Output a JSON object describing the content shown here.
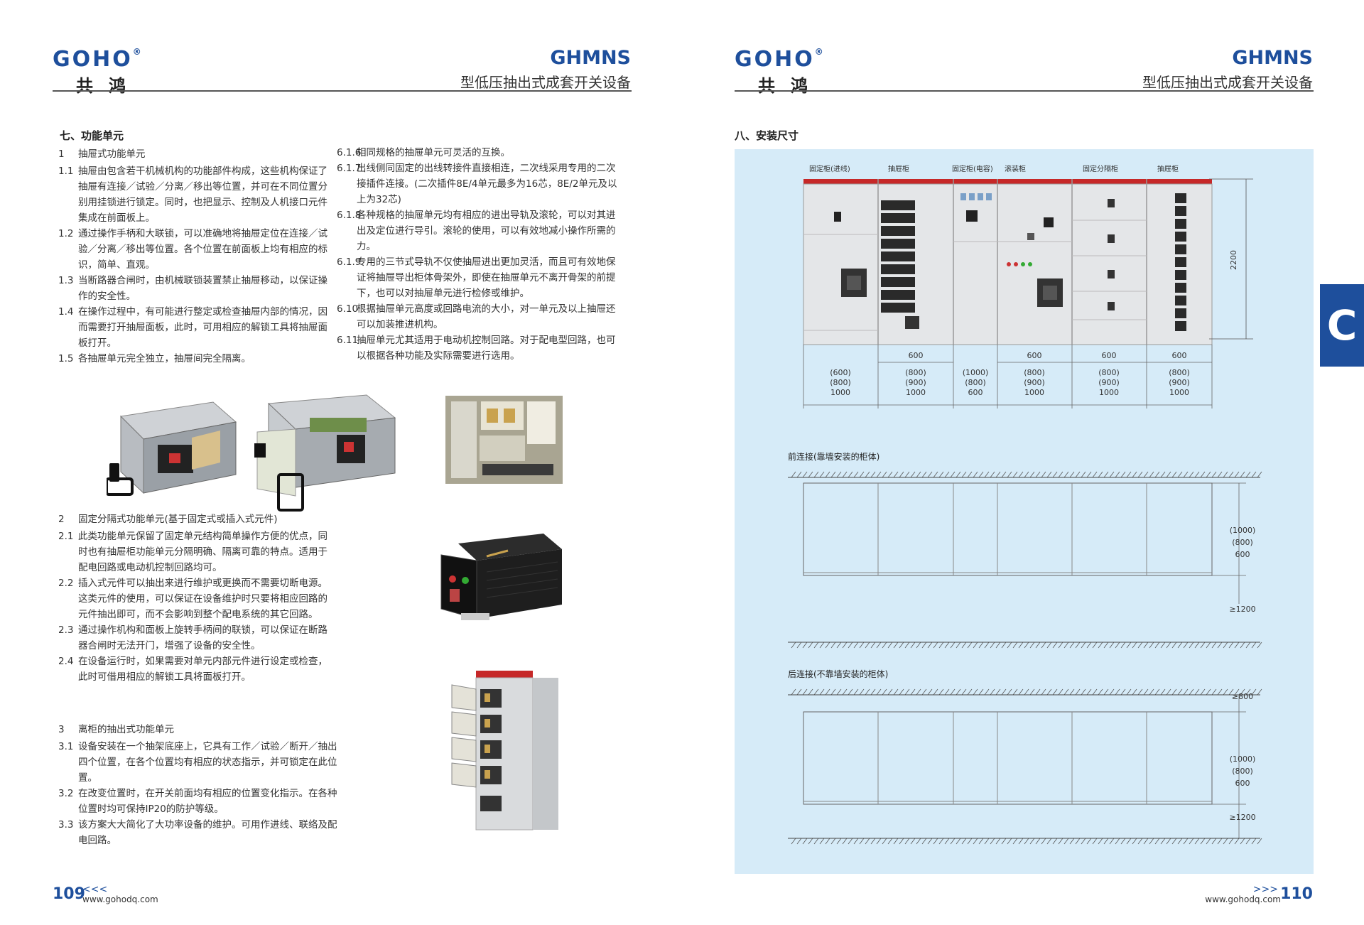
{
  "brand": {
    "logo": "GOHO",
    "reg": "®",
    "cn": "共鸿"
  },
  "header": {
    "model": "GHMNS",
    "subtitle": "型低压抽出式成套开关设备"
  },
  "left": {
    "section_title": "七、功能单元",
    "col1": [
      {
        "num": "1",
        "text": "抽屉式功能单元",
        "heading": true
      },
      {
        "num": "1.1",
        "text": "抽屉由包含若干机械机构的功能部件构成，这些机构保证了抽屉有连接／试验／分离／移出等位置，并可在不同位置分别用挂锁进行锁定。同时，也把显示、控制及人机接口元件集成在前面板上。"
      },
      {
        "num": "1.2",
        "text": "通过操作手柄和大联锁，可以准确地将抽屉定位在连接／试验／分离／移出等位置。各个位置在前面板上均有相应的标识，简单、直观。"
      },
      {
        "num": "1.3",
        "text": "当断路器合闸时，由机械联锁装置禁止抽屉移动，以保证操作的安全性。"
      },
      {
        "num": "1.4",
        "text": "在操作过程中，有可能进行整定或检查抽屉内部的情况，因而需要打开抽屉面板，此时，可用相应的解锁工具将抽屉面板打开。"
      },
      {
        "num": "1.5",
        "text": "各抽屉单元完全独立，抽屉间完全隔离。"
      }
    ],
    "col2": [
      {
        "num": "6.1.6",
        "text": "相同规格的抽屉单元可灵活的互换。"
      },
      {
        "num": "6.1.7",
        "text": "出线侧同固定的出线转接件直接相连，二次线采用专用的二次接插件连接。(二次插件8E/4单元最多为16芯，8E/2单元及以上为32芯)"
      },
      {
        "num": "6.1.8",
        "text": "各种规格的抽屉单元均有相应的进出导轨及滚轮，可以对其进出及定位进行导引。滚轮的使用，可以有效地减小操作所需的力。"
      },
      {
        "num": "6.1.9",
        "text": "专用的三节式导轨不仅使抽屉进出更加灵活，而且可有效地保证将抽屉导出柜体骨架外，即使在抽屉单元不离开骨架的前提下，也可以对抽屉单元进行检修或维护。"
      },
      {
        "num": "6.10",
        "text": "根据抽屉单元高度或回路电流的大小，对一单元及以上抽屉还可以加装推进机构。"
      },
      {
        "num": "6.11",
        "text": "抽屉单元尤其适用于电动机控制回路。对于配电型回路，也可以根据各种功能及实际需要进行选用。"
      }
    ],
    "sec2": [
      {
        "num": "2",
        "text": "固定分隔式功能单元(基于固定式或插入式元件)",
        "heading": true
      },
      {
        "num": "2.1",
        "text": "此类功能单元保留了固定单元结构简单操作方便的优点，同时也有抽屉柜功能单元分隔明确、隔离可靠的特点。适用于配电回路或电动机控制回路均可。"
      },
      {
        "num": "2.2",
        "text": "插入式元件可以抽出来进行维护或更换而不需要切断电源。这类元件的使用，可以保证在设备维护时只要将相应回路的元件抽出即可，而不会影响到整个配电系统的其它回路。"
      },
      {
        "num": "2.3",
        "text": "通过操作机构和面板上旋转手柄间的联锁，可以保证在断路器合闸时无法开门，增强了设备的安全性。"
      },
      {
        "num": "2.4",
        "text": "在设备运行时，如果需要对单元内部元件进行设定或检查，此时可借用相应的解锁工具将面板打开。"
      }
    ],
    "sec3": [
      {
        "num": "3",
        "text": "离柜的抽出式功能单元",
        "heading": true
      },
      {
        "num": "3.1",
        "text": "设备安装在一个抽架底座上，它具有工作／试验／断开／抽出四个位置，在各个位置均有相应的状态指示，并可锁定在此位置。"
      },
      {
        "num": "3.2",
        "text": "在改变位置时，在开关前面均有相应的位置变化指示。在各种位置时均可保持IP20的防护等级。"
      },
      {
        "num": "3.3",
        "text": "该方案大大简化了大功率设备的维护。可用作进线、联络及配电回路。"
      }
    ],
    "page_num": "109",
    "arrow": "<<<",
    "url": "www.gohodq.com"
  },
  "right": {
    "section_title": "八、安装尺寸",
    "cabinet_labels": [
      "固定柜(进线)",
      "抽屉柜",
      "固定柜(电容)",
      "滚装柜",
      "固定分隔柜",
      "抽屉柜"
    ],
    "height_dim": "2200",
    "widths_top": [
      "600",
      "600",
      "600",
      "600"
    ],
    "width_options": [
      [
        "(600)",
        "(800)",
        "1000"
      ],
      [
        "(800)",
        "(900)",
        "1000"
      ],
      [
        "(1000)",
        "(800)",
        "600"
      ],
      [
        "(800)",
        "(900)",
        "1000"
      ],
      [
        "(800)",
        "(900)",
        "1000"
      ],
      [
        "(800)",
        "(900)",
        "1000"
      ]
    ],
    "front_title": "前连接(靠墙安装的柜体)",
    "back_title": "后连接(不靠墙安装的柜体)",
    "depth_options": [
      "(1000)",
      "(800)",
      "600"
    ],
    "front_clear": "≥1200",
    "back_top_clear": "≥800",
    "back_bottom_clear": "≥1200",
    "side_tab": "C",
    "page_num": "110",
    "arrow": ">>>",
    "url": "www.gohodq.com"
  }
}
